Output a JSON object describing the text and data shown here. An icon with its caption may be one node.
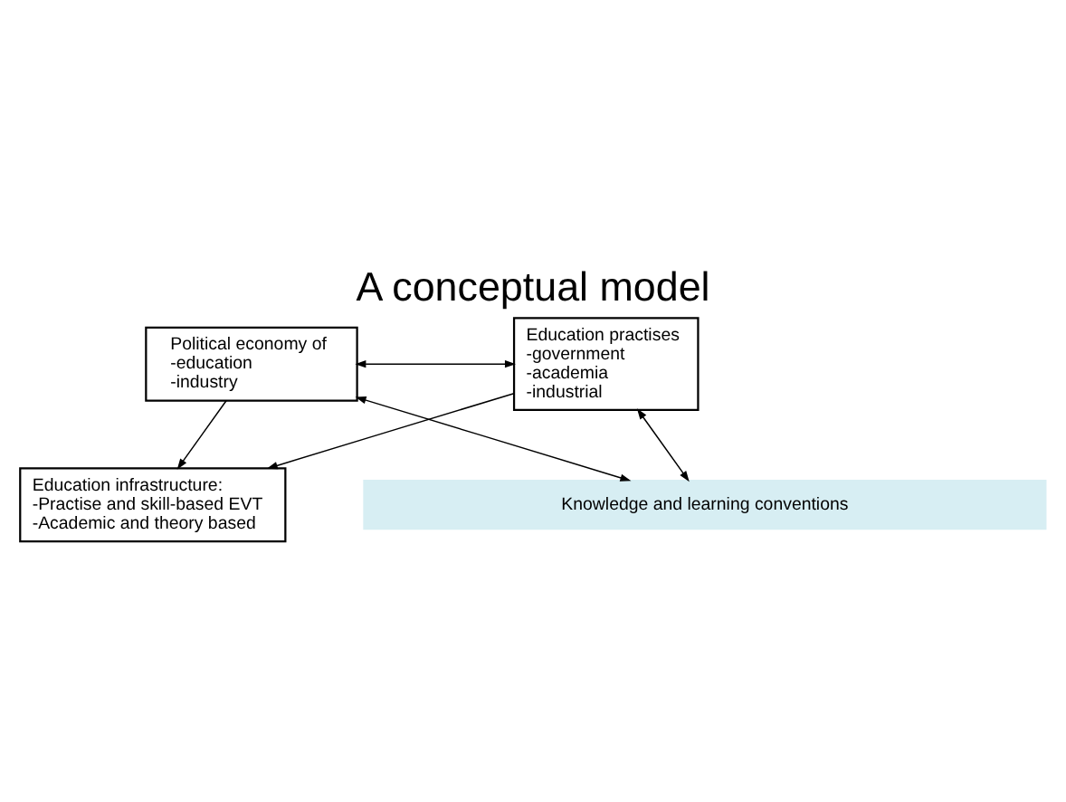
{
  "diagram": {
    "title": "A conceptual model",
    "nodes": [
      {
        "text": [
          "Education infrastructure:",
          "-Practise and skill-based EVT",
          "-Academic and theory based"
        ]
      },
      {
        "text": [
          "Political economy of",
          "-education",
          "-industry"
        ]
      },
      {
        "text": [
          "Education practises",
          "-government",
          "-academia",
          "-industrial"
        ]
      },
      {
        "text": [
          "Knowledge and learning conventions"
        ]
      }
    ],
    "edges": [
      {
        "from": 1,
        "to": 0,
        "arrow": "to"
      },
      {
        "from": 2,
        "to": 0,
        "arrow": "to"
      },
      {
        "from": 1,
        "to": 2,
        "arrow": "both"
      },
      {
        "from": 1,
        "to": 3,
        "arrow": "both"
      },
      {
        "from": 2,
        "to": 3,
        "arrow": "both"
      }
    ]
  }
}
